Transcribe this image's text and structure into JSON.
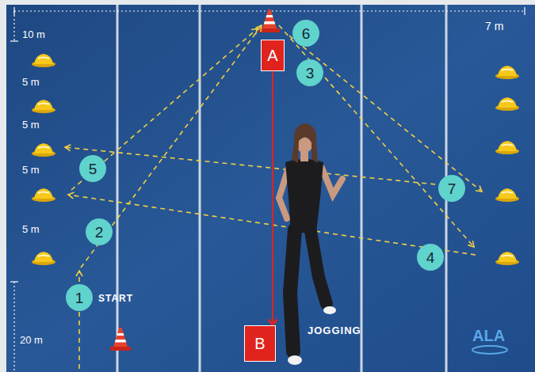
{
  "diagram": {
    "nodes": [
      {
        "text": [
          "6"
        ]
      },
      {
        "text": [
          "A"
        ]
      },
      {
        "text": [
          "3"
        ]
      },
      {
        "text": [
          "5"
        ]
      },
      {
        "text": [
          "7"
        ]
      },
      {
        "text": [
          "2"
        ]
      },
      {
        "text": [
          "4"
        ]
      },
      {
        "text": [
          "1"
        ]
      },
      {
        "text": [
          "B"
        ]
      }
    ],
    "edges": [
      {
        "from": 1,
        "to": 8,
        "arrow": "to"
      }
    ],
    "labels": [
      "10 m",
      "5 m",
      "5 m",
      "5 m",
      "5 m",
      "20 m",
      "7 m",
      "START",
      "JOGGING",
      "ALA"
    ]
  }
}
